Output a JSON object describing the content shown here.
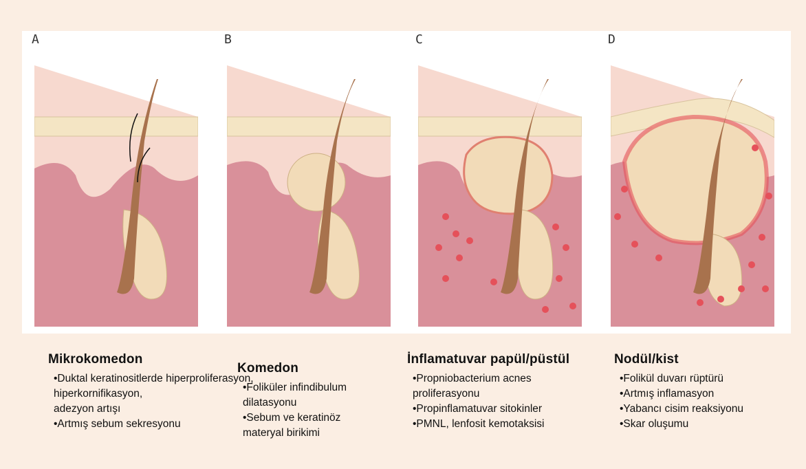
{
  "panels": [
    {
      "label": "A",
      "title": "Mikrokomedon",
      "bullets": [
        "•Duktal keratinositlerde hiperproliferasyon,",
        "hiperkornifikasyon,",
        "adezyon artışı",
        "•Artmış sebum sekresyonu"
      ]
    },
    {
      "label": "B",
      "title": "Komedon",
      "bullets": [
        "•Foliküler infindibulum dilatasyonu",
        "•Sebum ve keratinöz materyal birikimi"
      ]
    },
    {
      "label": "C",
      "title": "İnflamatuvar papül/püstül",
      "bullets": [
        "•Propniobacterium acnes proliferasyonu",
        "•Propinflamatuvar sitokinler",
        "•PMNL, lenfosit kemotaksisi"
      ]
    },
    {
      "label": "D",
      "title": "Nodül/kist",
      "bullets": [
        "•Folikül duvarı rüptürü",
        "•Artmış inflamasyon",
        "•Yabancı cisim reaksiyonu",
        "•Skar oluşumu"
      ]
    }
  ],
  "colors": {
    "background": "#fbeee3",
    "skin_surface": "#f7d9cf",
    "dermis": "#d9909a",
    "epidermis_band": "#f4e5c4",
    "hair": "#a8724d",
    "gland": "#f2dbb8",
    "inflammation": "#e5515a"
  }
}
